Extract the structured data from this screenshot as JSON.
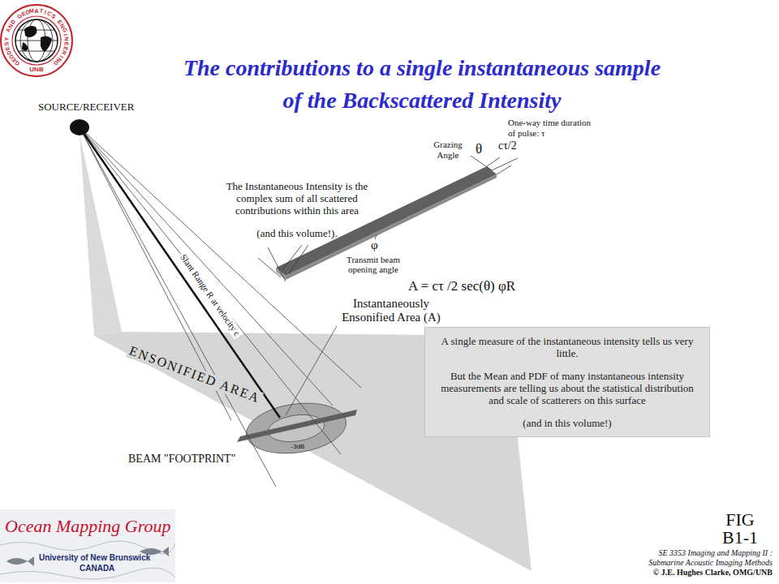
{
  "diagram": {
    "title": "The contributions to a single instantaneous sample of the Backscattered Intensity",
    "nodes": [
      {
        "text": [
          "A single measure of the instantaneous intensity tells us very little.",
          "But the Mean and PDF of many instantaneous intensity measurements are telling us about the statistical distribution and scale of scatterers on this surface",
          "(and in this volume!)"
        ]
      }
    ],
    "labels": [
      "SOURCE/RECEIVER",
      "One-way time duration of pulse: τ",
      "Grazing Angle",
      "θ",
      "cτ/2",
      "The Instantaneous Intensity is the complex sum of all scattered contributions within this area",
      "(and this volume!).",
      "φ",
      "Transmit beam opening angle",
      "A = cτ /2 sec(θ) φR",
      "Instantaneously Ensonified Area (A)",
      "Slant Range R at velocity c",
      "ENSONIFIED AREA",
      "BEAM \"FOOTPRINT\"",
      "-3dB",
      "FIG B1-1",
      "SE 3353 Imaging and Mapping II :",
      "Submarine Acoustic Imaging Methods",
      "© J.E. Hughes Clarke, OMG/UNB",
      "GEODESY AND GEOMATICS ENGINEERING",
      "UNB",
      "Ocean Mapping Group",
      "University of New Brunswick",
      "CANADA"
    ]
  }
}
